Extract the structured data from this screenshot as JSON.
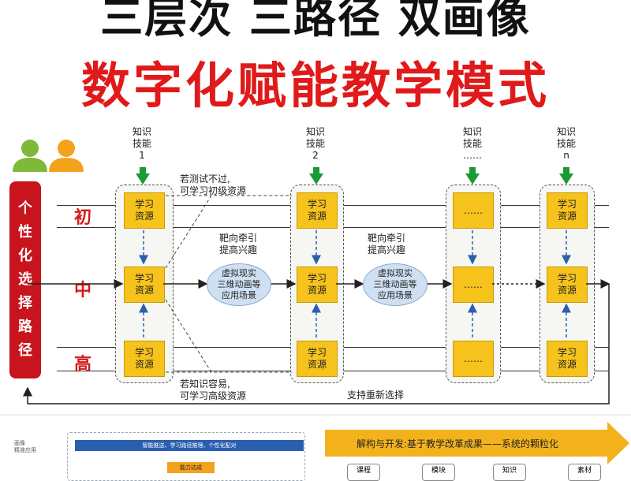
{
  "title": {
    "line1": "三层次 三路径 双画像",
    "line2": "数字化赋能教学模式"
  },
  "sidebar": {
    "chars": [
      "个",
      "性",
      "化",
      "选",
      "择",
      "路",
      "径"
    ]
  },
  "levels": [
    "初",
    "中",
    "高"
  ],
  "columns": [
    {
      "top": [
        "知识",
        "技能",
        "1"
      ]
    },
    {
      "top": [
        "知识",
        "技能",
        "2"
      ]
    },
    {
      "top": [
        "知识",
        "技能",
        "……"
      ]
    },
    {
      "top": [
        "知识",
        "技能",
        "n"
      ]
    }
  ],
  "box_label": "学习资源",
  "placeholder_label": "……",
  "notes": {
    "test_fail": [
      "若测试不过,",
      "可学习初级资源"
    ],
    "easy": [
      "若知识容易,",
      "可学习高级资源"
    ],
    "guide1": [
      "靶向牵引",
      "提高兴趣"
    ],
    "guide2": [
      "靶向牵引",
      "提高兴趣"
    ],
    "reselect": "支持重新选择"
  },
  "ellipse_label": [
    "虚拟现实",
    "三维动画等",
    "应用场景"
  ],
  "bottom": {
    "banner": "解构与开发:基于教学改革成果——系统的颗粒化",
    "left_label": [
      "画像",
      "精准应用"
    ],
    "bar_text": "智能推送、学习路径推理、个性化配对",
    "small_box": "能力达成",
    "cards": [
      "课程",
      "模块",
      "知识",
      "素材"
    ]
  },
  "colors": {
    "red": "#e01a1a",
    "yellow": "#f6c21c",
    "green": "#1a9a34",
    "blue": "#2a5fb0"
  }
}
